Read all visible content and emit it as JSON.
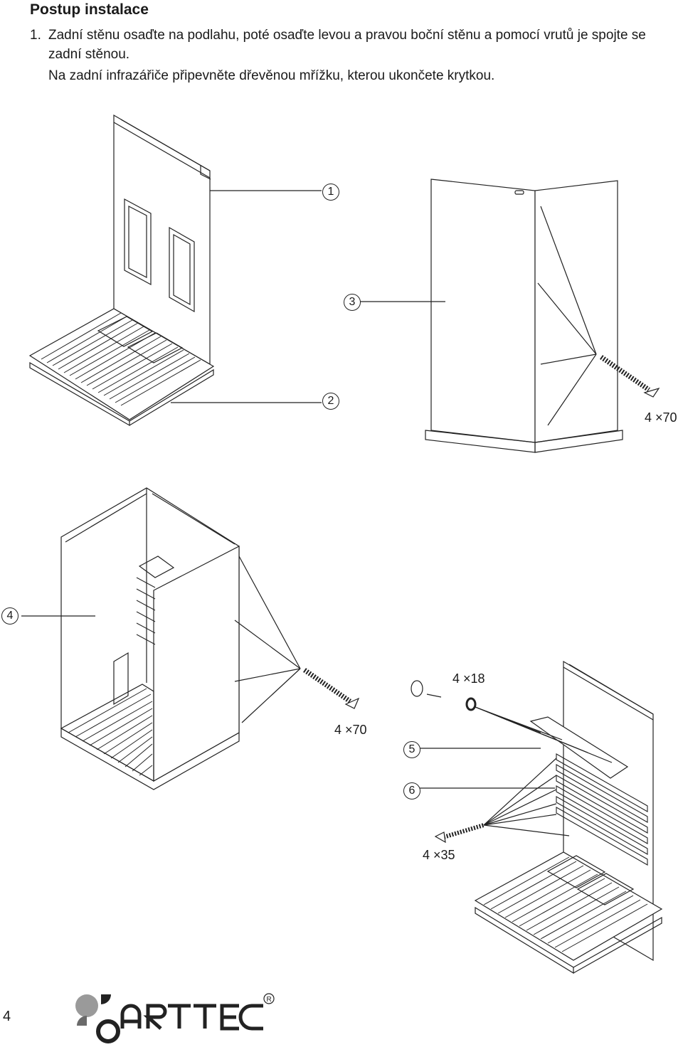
{
  "heading": "Postup instalace",
  "step": {
    "number": "1.",
    "paragraph1": "Zadní stěnu osaďte na podlahu, poté osaďte levou a pravou boční stěnu a pomocí vrutů je spojte se zadní stěnou.",
    "paragraph2": "Na zadní infrazářiče připevněte dřevěnou mřížku, kterou ukončete krytkou."
  },
  "callouts": {
    "c1": "1",
    "c2": "2",
    "c3": "3",
    "c4": "4",
    "c5": "5",
    "c6": "6"
  },
  "dimensions": {
    "screw_top": "4 ×70",
    "screw_middle": "4 ×70",
    "cap": "4 ×18",
    "screw_small": "4 ×35"
  },
  "page_number": "4",
  "logo": {
    "brand": "ARTTEC",
    "mark": "R"
  }
}
